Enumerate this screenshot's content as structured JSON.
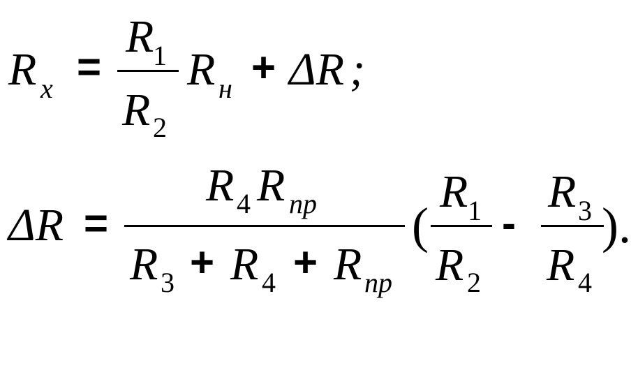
{
  "eq1": {
    "lhs_var": "R",
    "lhs_sub": "x",
    "equals": "=",
    "num_var": "R",
    "num_sub": "1",
    "den_var": "R",
    "den_sub": "2",
    "mult_var": "R",
    "mult_sub": "н",
    "plus": "+",
    "delta_term": "ΔR",
    "end": ";"
  },
  "eq2": {
    "lhs": "ΔR",
    "equals": "=",
    "num_a_var": "R",
    "num_a_sub": "4",
    "num_b_var": "R",
    "num_b_sub": "пр",
    "den_a_var": "R",
    "den_a_sub": "3",
    "plus1": "+",
    "den_b_var": "R",
    "den_b_sub": "4",
    "plus2": "+",
    "den_c_var": "R",
    "den_c_sub": "пр",
    "open_paren": "(",
    "f1_num_var": "R",
    "f1_num_sub": "1",
    "f1_den_var": "R",
    "f1_den_sub": "2",
    "minus": "-",
    "f2_num_var": "R",
    "f2_num_sub": "3",
    "f2_den_var": "R",
    "f2_den_sub": "4",
    "close": ")."
  }
}
